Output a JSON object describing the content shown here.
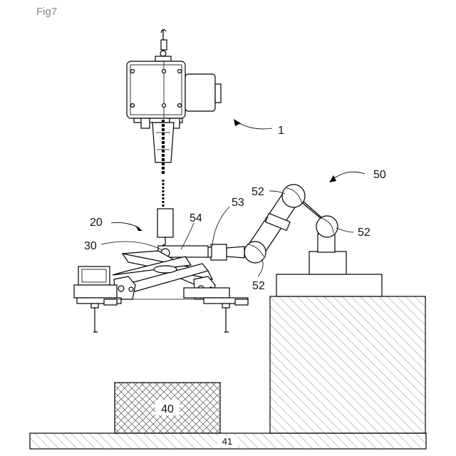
{
  "figure_title": "Fig7",
  "labels": {
    "hoist": "1",
    "lifting_device": "20",
    "gripper_frame": "30",
    "load": "40",
    "floor": "41",
    "robot_arm": "50",
    "joint_top": "52",
    "joint_right": "52",
    "joint_bottom": "52",
    "connector": "53",
    "bar": "54"
  }
}
